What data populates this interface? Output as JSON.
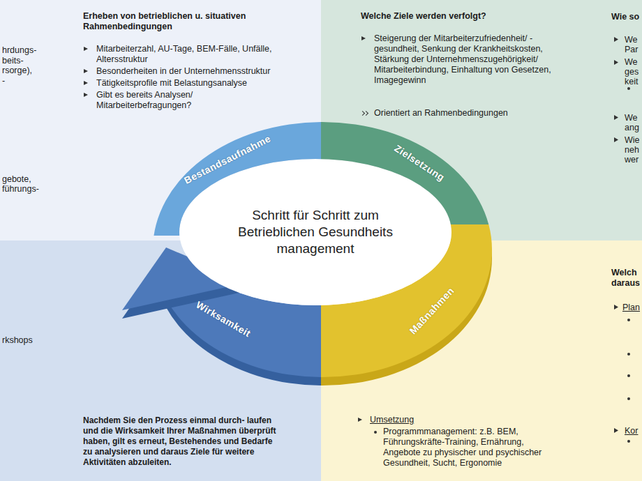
{
  "diagram": {
    "nodes": [
      {
        "text": [
          "Erheben von betrieblichen u. situativen Rahmenbedingungen",
          "Mitarbeiterzahl, AU-Tage, BEM-Fälle, Unfälle, Altersstruktur",
          "Besonderheiten in der Unternehmensstruktur",
          "Tätigkeitsprofile mit Belastungsanalyse",
          "Gibt es bereits Analysen/ Mitarbeiterbefragungen?"
        ]
      },
      {
        "text": [
          "Welche Ziele werden verfolgt?",
          "Steigerung der Mitarbeiterzufriedenheit/ -gesundheit, Senkung der Krankheitskosten, Stärkung der Unternehmenszugehörigkeit/ Mitarbeiterbindung, Einhaltung von Gesetzen, Imagegewinn",
          "Orientiert an Rahmenbedingungen"
        ]
      },
      {
        "text": [
          "Schritt für Schritt zum Betrieblichen Gesundheits management"
        ]
      },
      {
        "text": [
          "Nachdem Sie den Prozess einmal durch- laufen und die Wirksamkeit Ihrer Maßnahmen überprüft haben, gilt es erneut, Bestehendes und Bedarfe zu analysieren und daraus Ziele für weitere Aktivitäten abzuleiten."
        ]
      },
      {
        "text": [
          "Umsetzung",
          "Programmmanagement: z.B. BEM, Führungskräfte-Training, Ernährung, Angebote zu physischer und psychischer Gesundheit, Sucht, Ergonomie"
        ]
      }
    ],
    "labels": [
      "Bestandsaufnahme",
      "Zielsetzung",
      "Maßnahmen",
      "Wirksamkeit",
      "hrdungs-",
      "beits-",
      "rsorge),",
      "-",
      "gebote,",
      "führungs-",
      "rkshops",
      "Wie so",
      "We",
      "Par",
      "We",
      "ges",
      "keit",
      "We",
      "ang",
      "Wie",
      "neh",
      "wer",
      "Welch",
      "daraus",
      "Plan",
      "Kor"
    ]
  }
}
